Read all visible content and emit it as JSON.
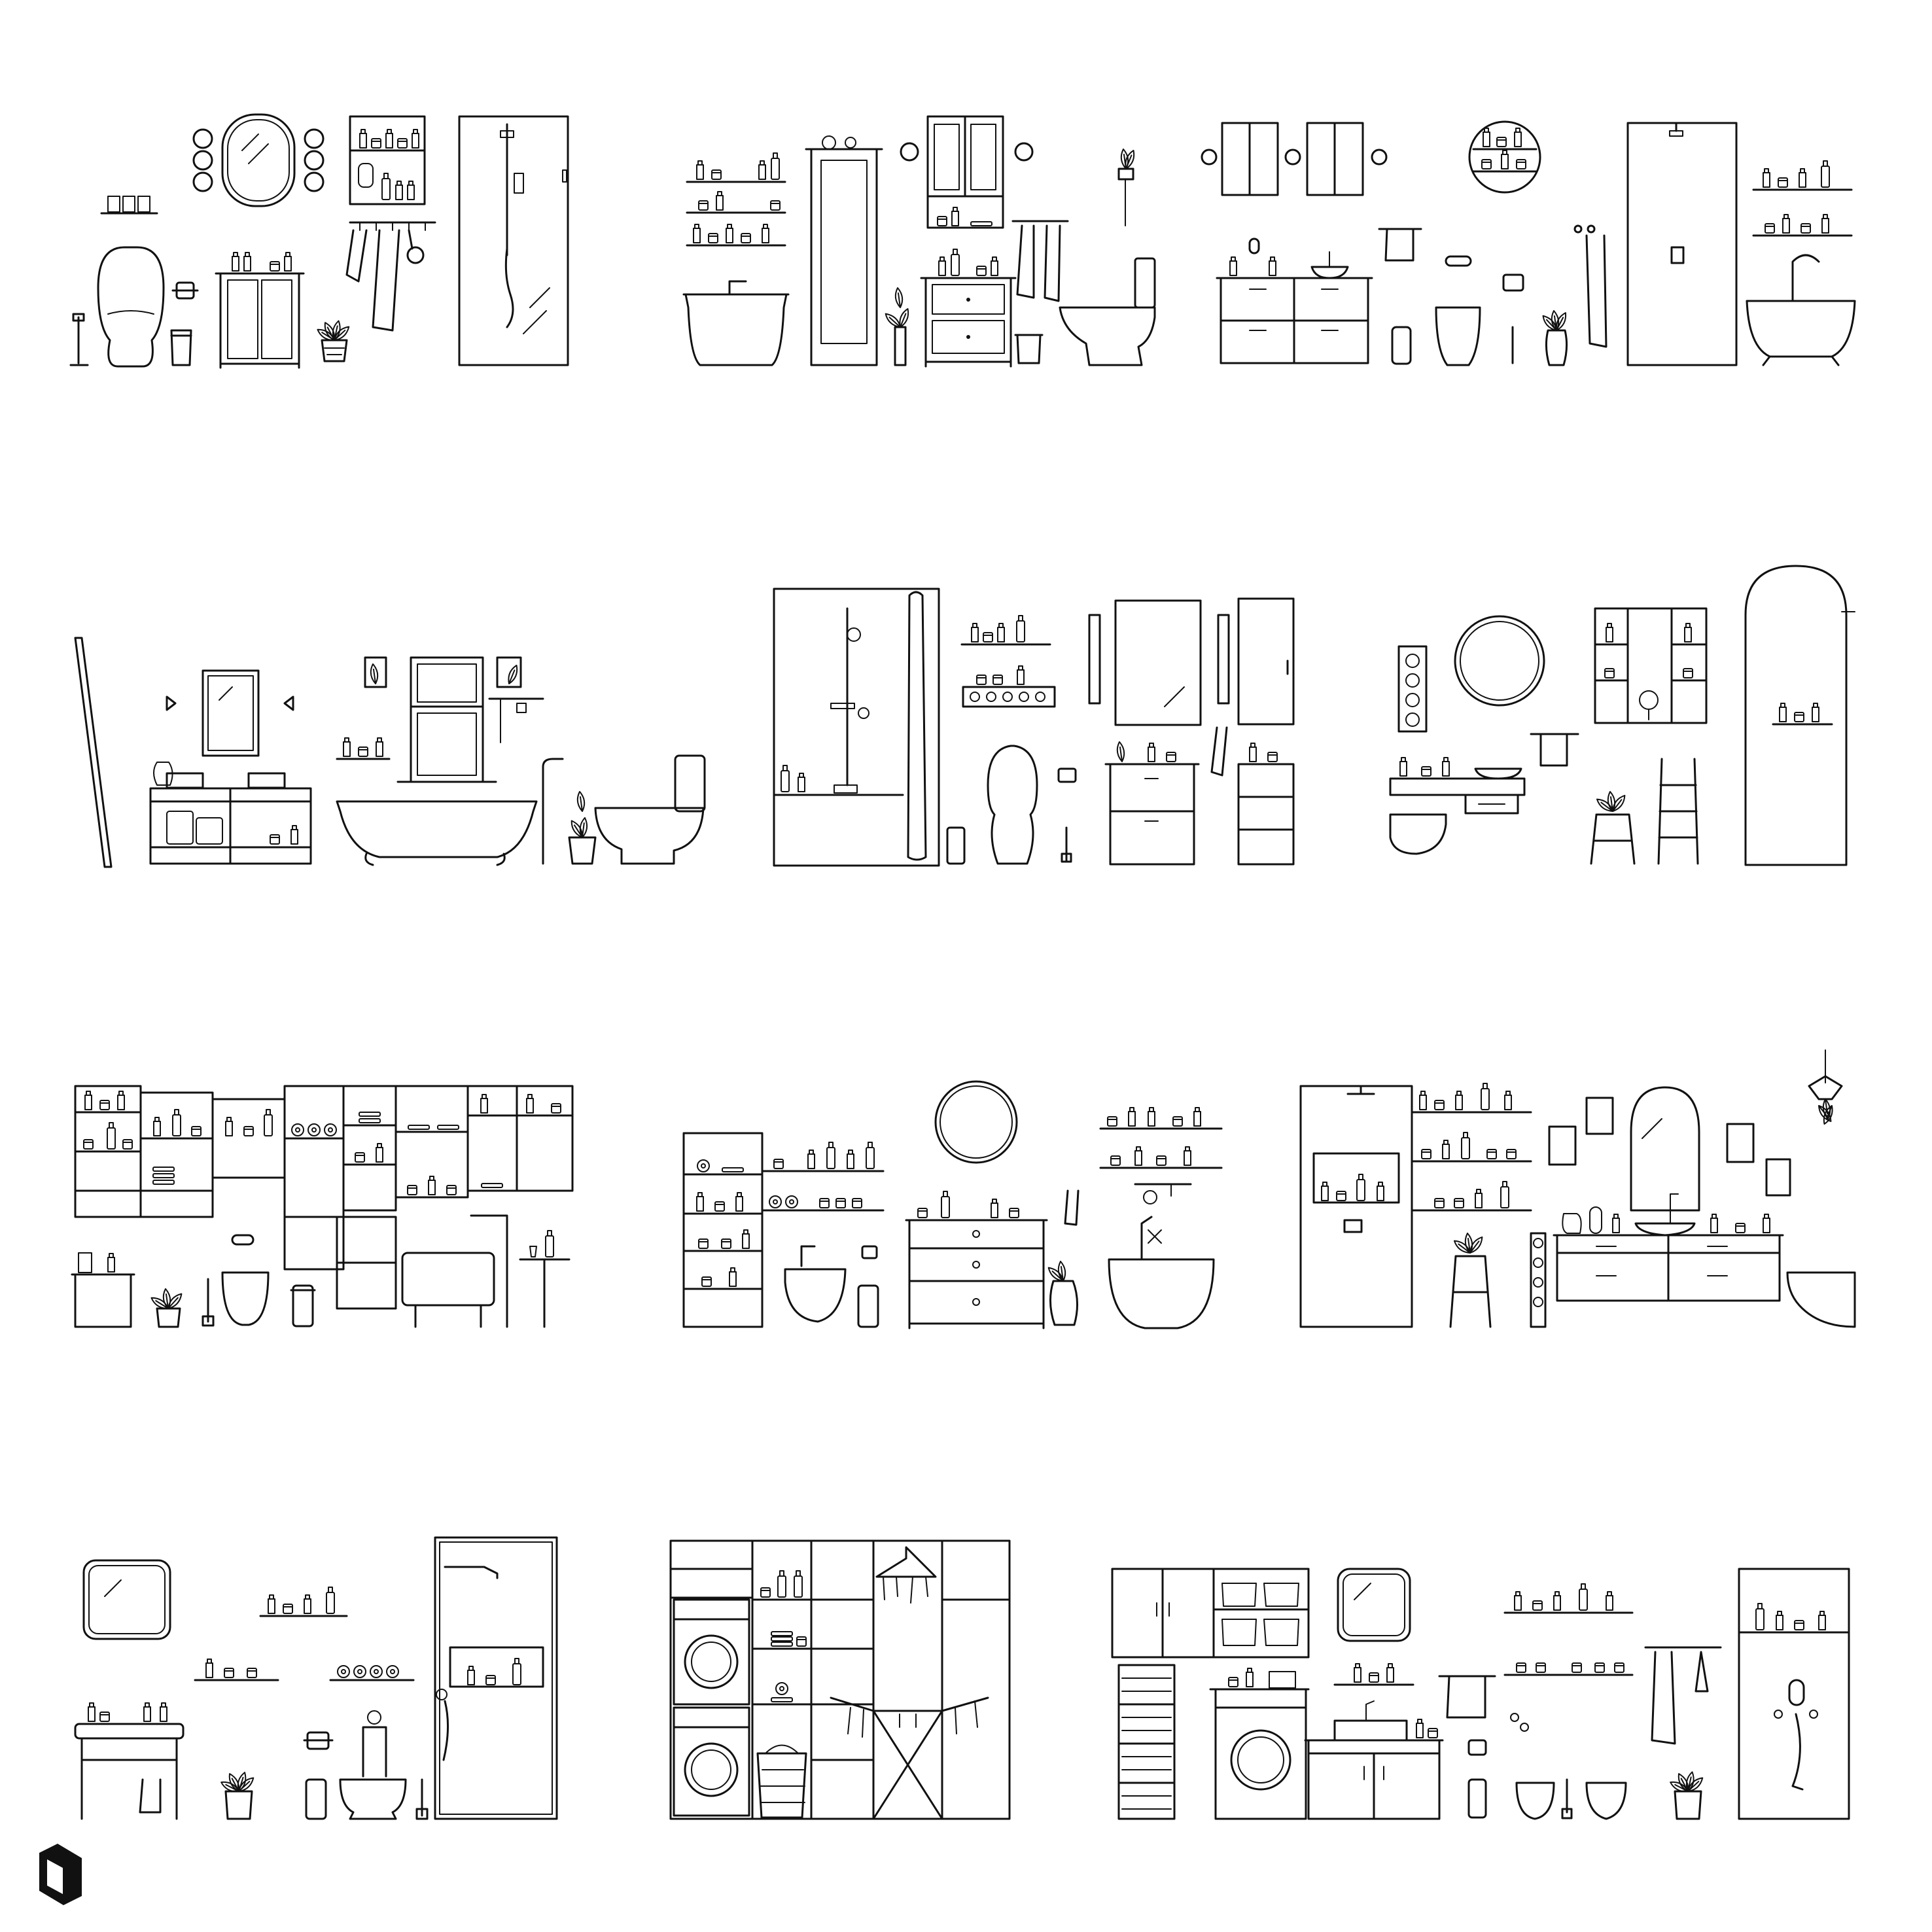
{
  "sheet": {
    "background": "#ffffff",
    "line_color": "#111111",
    "logo_icon": "cube-logo-icon",
    "scenes": [
      {
        "id": "bathroom-1",
        "items": [
          "towel-ladder",
          "toilet",
          "toilet-brush",
          "toilet-paper-holder",
          "bin",
          "vanity",
          "plant-pot",
          "mirror-oval",
          "wall-lamps",
          "medicine-cabinet",
          "hook-rail-towels",
          "shower-enclosure"
        ]
      },
      {
        "id": "bathroom-2",
        "items": [
          "bathtub",
          "wall-shelves",
          "tall-cabinet",
          "vase-plant",
          "wall-cabinet",
          "wall-lamps",
          "vanity",
          "hook-rail-towels",
          "bin",
          "toilet",
          "hanging-plant"
        ]
      },
      {
        "id": "bathroom-3",
        "items": [
          "double-vanity",
          "wall-cabinets",
          "wall-lamps",
          "towel-bar",
          "bin",
          "toilet-wall-hung",
          "toilet-paper-holder",
          "round-shelf-mirror",
          "vase-plant",
          "robe-hook",
          "shower-enclosure",
          "wall-shelves",
          "clawfoot-bathtub"
        ]
      },
      {
        "id": "bathroom-4",
        "items": [
          "leaning-ladder",
          "double-vanity",
          "mirror",
          "wall-lamps",
          "framed-pictures",
          "window",
          "clawfoot-bathtub",
          "freestanding-tap",
          "plant-pot",
          "toilet",
          "hook-rail"
        ]
      },
      {
        "id": "bathroom-5",
        "items": [
          "shower-bath",
          "shower-curtain",
          "bin",
          "wall-shelves",
          "wall-lights",
          "toilet",
          "toilet-paper-holder",
          "toilet-brush",
          "mirror",
          "vanity-drawers",
          "tall-cabinet",
          "hanging-towel"
        ]
      },
      {
        "id": "bathroom-6",
        "items": [
          "wall-lights",
          "round-mirror",
          "floating-vanity",
          "toilet-wall-hung",
          "medicine-cabinet",
          "towel-bar",
          "plant-stand",
          "towel-ladder",
          "arched-shower"
        ]
      },
      {
        "id": "bathroom-7",
        "items": [
          "shelving-wall",
          "vanity",
          "toilet-paper-holder",
          "plant-pot",
          "toilet-brush",
          "toilet",
          "bin",
          "towel-rack",
          "side-table"
        ]
      },
      {
        "id": "bathroom-8",
        "items": [
          "open-shelving",
          "toilet-wall-hung",
          "bin",
          "dresser-vanity",
          "round-mirror",
          "wall-shelves",
          "hanging-towel",
          "vase-plant",
          "hook-rail",
          "bathtub"
        ]
      },
      {
        "id": "bathroom-9",
        "items": [
          "shower-niche",
          "wall-shelves",
          "wall-lights",
          "plant-stand",
          "framed-pictures",
          "arched-mirror",
          "long-vanity",
          "hanging-plant",
          "toilet-wall-hung"
        ]
      },
      {
        "id": "bathroom-10",
        "items": [
          "square-mirror",
          "washstand",
          "wall-shelves",
          "plant-pot",
          "toilet-paper-holder",
          "bin",
          "toilet",
          "toilet-brush",
          "shower-enclosure"
        ]
      },
      {
        "id": "laundry-1",
        "items": [
          "stacked-washer-dryer",
          "open-shelving",
          "laundry-basket",
          "tall-cabinets",
          "drying-rack",
          "hanging-clothes"
        ]
      },
      {
        "id": "laundry-2",
        "items": [
          "wall-cabinets",
          "laundry-baskets",
          "washing-machine",
          "mirror",
          "vanity",
          "wall-shelves",
          "towel-bar",
          "toilet-paper-holder",
          "bidet",
          "toilet-brush",
          "toilet-wall-hung",
          "plant-pot",
          "shower-enclosure"
        ]
      }
    ]
  }
}
